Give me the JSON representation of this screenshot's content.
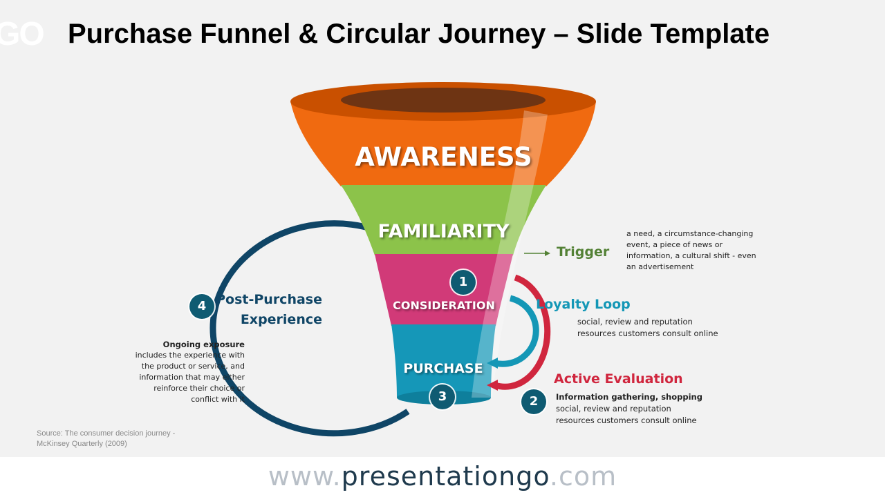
{
  "title": "Purchase Funnel & Circular Journey – Slide Template",
  "logo_text": "GO",
  "stages": {
    "awareness": "AWARENESS",
    "familiarity": "FAMILIARITY",
    "consideration": "CONSIDERATION",
    "purchase": "PURCHASE"
  },
  "numbers": [
    "1",
    "2",
    "3",
    "4"
  ],
  "trigger": {
    "label": "Trigger",
    "description": "a need, a circumstance-changing event, a piece of news or information, a cultural shift - even an advertisement"
  },
  "loyalty_loop": {
    "label": "Loyalty Loop",
    "description": "social, review and reputation resources customers consult online"
  },
  "active_evaluation": {
    "label": "Active Evaluation",
    "heading": "Information gathering, shopping",
    "description": "social, review and reputation resources customers consult online"
  },
  "post_purchase": {
    "label_line1": "Post-Purchase",
    "label_line2": "Experience",
    "heading": "Ongoing exposure",
    "description": "includes the experience with the product or service, and information that may either reinforce their choice or conflict with it"
  },
  "source": {
    "line1": "Source: The consumer decision journey -",
    "line2": "McKinsey Quarterly (2009)"
  },
  "footer": {
    "prefix": "www.",
    "brand": "presentationgo",
    "suffix": ".com"
  },
  "colors": {
    "awareness": "#f06a10",
    "familiarity": "#8cc34a",
    "consideration": "#d13a78",
    "purchase": "#1597b8",
    "navy": "#0f4566",
    "loyalty": "#1497b6",
    "evaluation": "#d0263e",
    "trigger": "#538135",
    "badge": "#0f5b72"
  }
}
